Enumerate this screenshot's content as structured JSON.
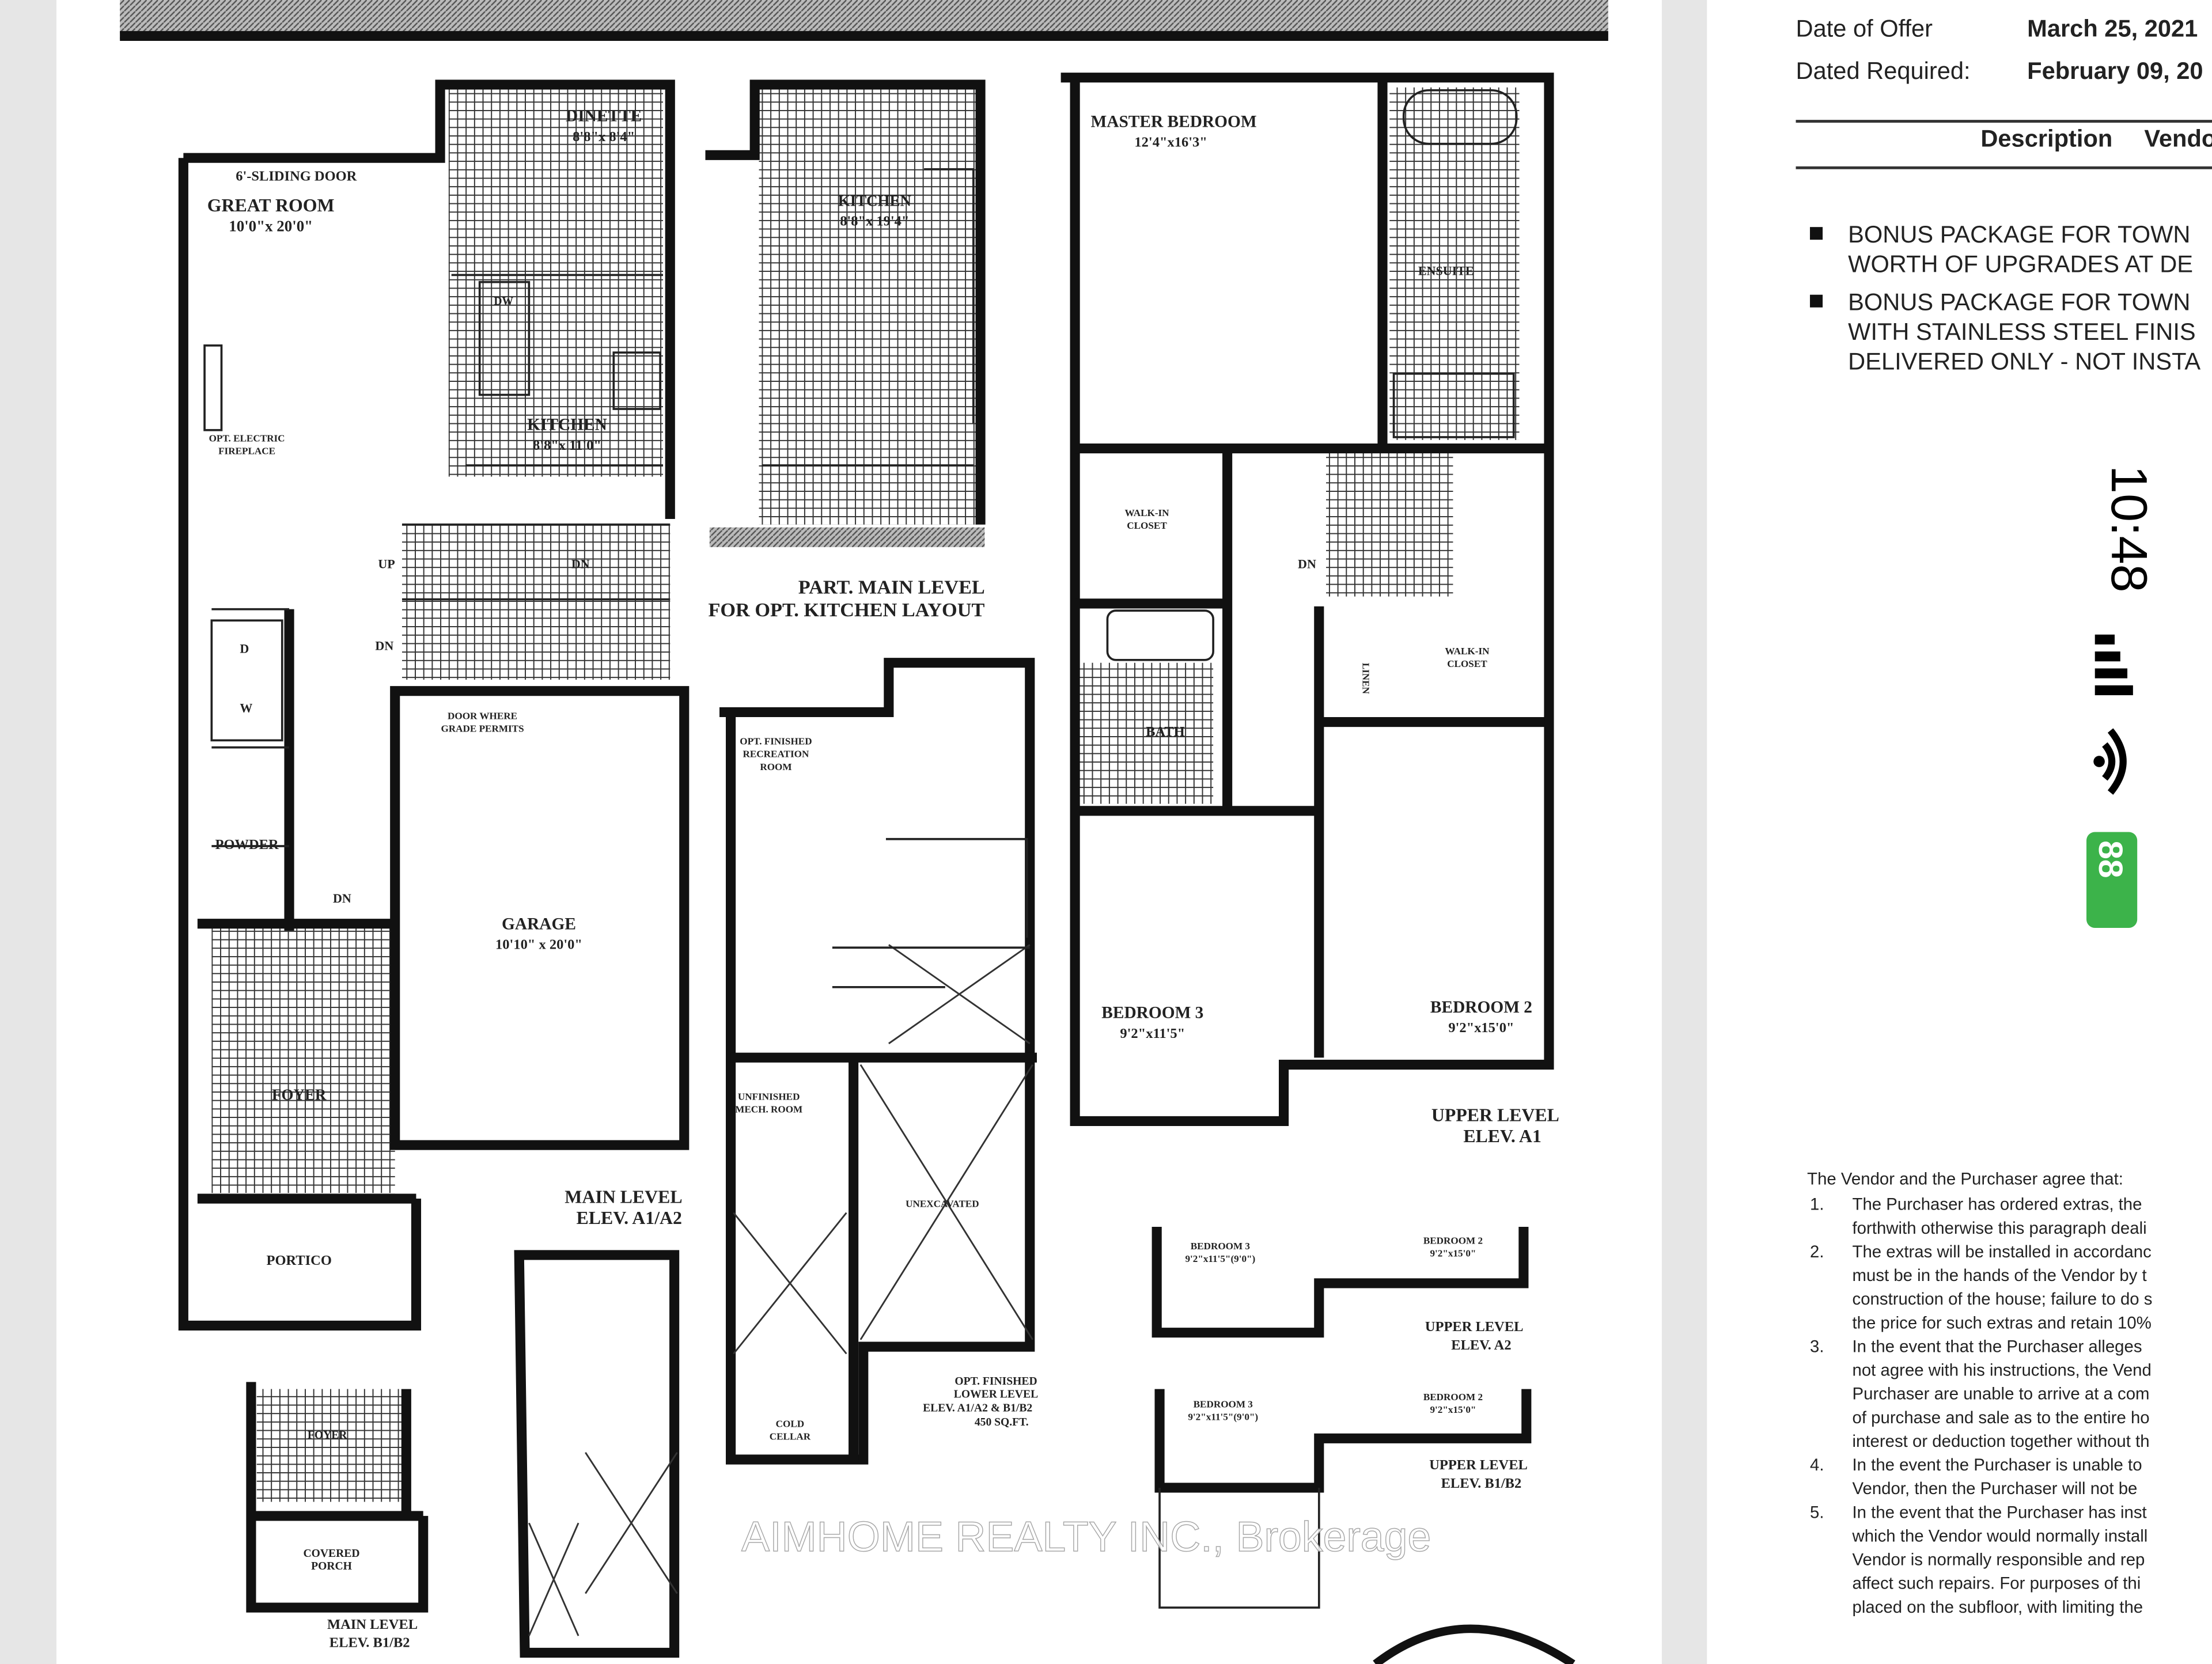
{
  "floorplan": {
    "main_level": {
      "sliding_door": "6'-SLIDING DOOR",
      "great_room": "GREAT ROOM",
      "great_room_dim": "10'0\"x 20'0\"",
      "dinette": "DINETTE",
      "dinette_dim": "8'8\"x 8'4\"",
      "kitchen": "KITCHEN",
      "kitchen_dim": "8'8\"x 11'0\"",
      "fireplace_1": "OPT. ELECTRIC",
      "fireplace_2": "FIREPLACE",
      "dw": "DW",
      "up": "UP",
      "dn": "DN",
      "dryer": "D",
      "washer": "W",
      "powder": "POWDER",
      "door_note_1": "DOOR WHERE",
      "door_note_2": "GRADE PERMITS",
      "garage": "GARAGE",
      "garage_dim": "10'10\" x 20'0\"",
      "foyer": "FOYER",
      "portico": "PORTICO",
      "title_1": "MAIN LEVEL",
      "title_2": "ELEV. A1/A2"
    },
    "part_main": {
      "kitchen": "KITCHEN",
      "kitchen_dim": "8'8\"x 19'4\"",
      "title_1": "PART. MAIN LEVEL",
      "title_2": "FOR OPT. KITCHEN LAYOUT"
    },
    "upper_level": {
      "master": "MASTER BEDROOM",
      "master_dim": "12'4\"x16'3\"",
      "ensuite": "ENSUITE",
      "walkin": "WALK-IN",
      "closet": "CLOSET",
      "bath": "BATH",
      "linen": "LINEN",
      "dn": "DN",
      "bedroom3": "BEDROOM 3",
      "bedroom3_dim": "9'2\"x11'5\"",
      "bedroom2": "BEDROOM 2",
      "bedroom2_dim": "9'2\"x15'0\"",
      "title_1": "UPPER LEVEL",
      "title_2": "ELEV. A1"
    },
    "lower_level": {
      "rec_1": "OPT. FINISHED",
      "rec_2": "RECREATION",
      "rec_3": "ROOM",
      "mech_1": "UNFINISHED",
      "mech_2": "MECH. ROOM",
      "unexcavated": "UNEXCAVATED",
      "cold_1": "COLD",
      "cold_2": "CELLAR",
      "title_1": "OPT. FINISHED",
      "title_2": "LOWER LEVEL",
      "title_3": "ELEV. A1/A2 & B1/B2",
      "title_4": "450 SQ.FT."
    },
    "upper_a2": {
      "bedroom3": "BEDROOM 3",
      "bedroom3_dim": "9'2\"x11'5\"(9'0\")",
      "bedroom2": "BEDROOM 2",
      "bedroom2_dim": "9'2\"x15'0\"",
      "title_1": "UPPER LEVEL",
      "title_2": "ELEV. A2"
    },
    "upper_b": {
      "bedroom3": "BEDROOM 3",
      "bedroom3_dim": "9'2\"x11'5\"(9'0\")",
      "bedroom2": "BEDROOM 2",
      "bedroom2_dim": "9'2\"x15'0\"",
      "title_1": "UPPER LEVEL",
      "title_2": "ELEV. B1/B2"
    },
    "main_b": {
      "foyer": "FOYER",
      "porch_1": "COVERED",
      "porch_2": "PORCH",
      "title_1": "MAIN LEVEL",
      "title_2": "ELEV. B1/B2"
    },
    "watermark": "AIMHOME REALTY INC., Brokerage"
  },
  "offer": {
    "date_of_offer_label": "Date of Offer",
    "date_of_offer": "March 25, 2021",
    "date_required_label": "Dated Required:",
    "date_required": "February 09, 20",
    "description_header": "Description",
    "vendor_header": "Vendo",
    "bullets": [
      [
        "BONUS PACKAGE FOR TOWN",
        "WORTH OF UPGRADES AT DE"
      ],
      [
        "BONUS PACKAGE FOR TOWN",
        "WITH STAINLESS STEEL FINIS",
        "DELIVERED ONLY - NOT INSTA"
      ]
    ],
    "agreement_intro": "The Vendor and the Purchaser agree that:",
    "agreement": [
      {
        "num": "1.",
        "lines": [
          "The Purchaser has ordered extras, the",
          "forthwith otherwise this paragraph deali"
        ]
      },
      {
        "num": "2.",
        "lines": [
          "The extras will be installed in accordanc",
          "must be in the hands of the Vendor by t",
          "construction of the house; failure to do s",
          "the price for such extras and retain 10%"
        ]
      },
      {
        "num": "3.",
        "lines": [
          "In the event that the Purchaser alleges",
          "not agree with his instructions, the Vend",
          "Purchaser are unable to arrive at a com",
          "of purchase and sale as to the entire ho",
          "interest or deduction together without th"
        ]
      },
      {
        "num": "4.",
        "lines": [
          "In the event the Purchaser is unable to",
          "Vendor, then the Purchaser will not be"
        ]
      },
      {
        "num": "5.",
        "lines": [
          "In the event that the Purchaser has inst",
          "which the Vendor would normally install",
          "Vendor is normally responsible and rep",
          "affect such repairs.  For purposes of thi",
          "placed on the subfloor, with limiting the"
        ]
      }
    ]
  },
  "status_bar": {
    "time": "10:48",
    "battery": "88",
    "battery_color": "#3cb34a",
    "icons": [
      "signal-icon",
      "wifi-icon",
      "battery-charging-icon"
    ]
  }
}
